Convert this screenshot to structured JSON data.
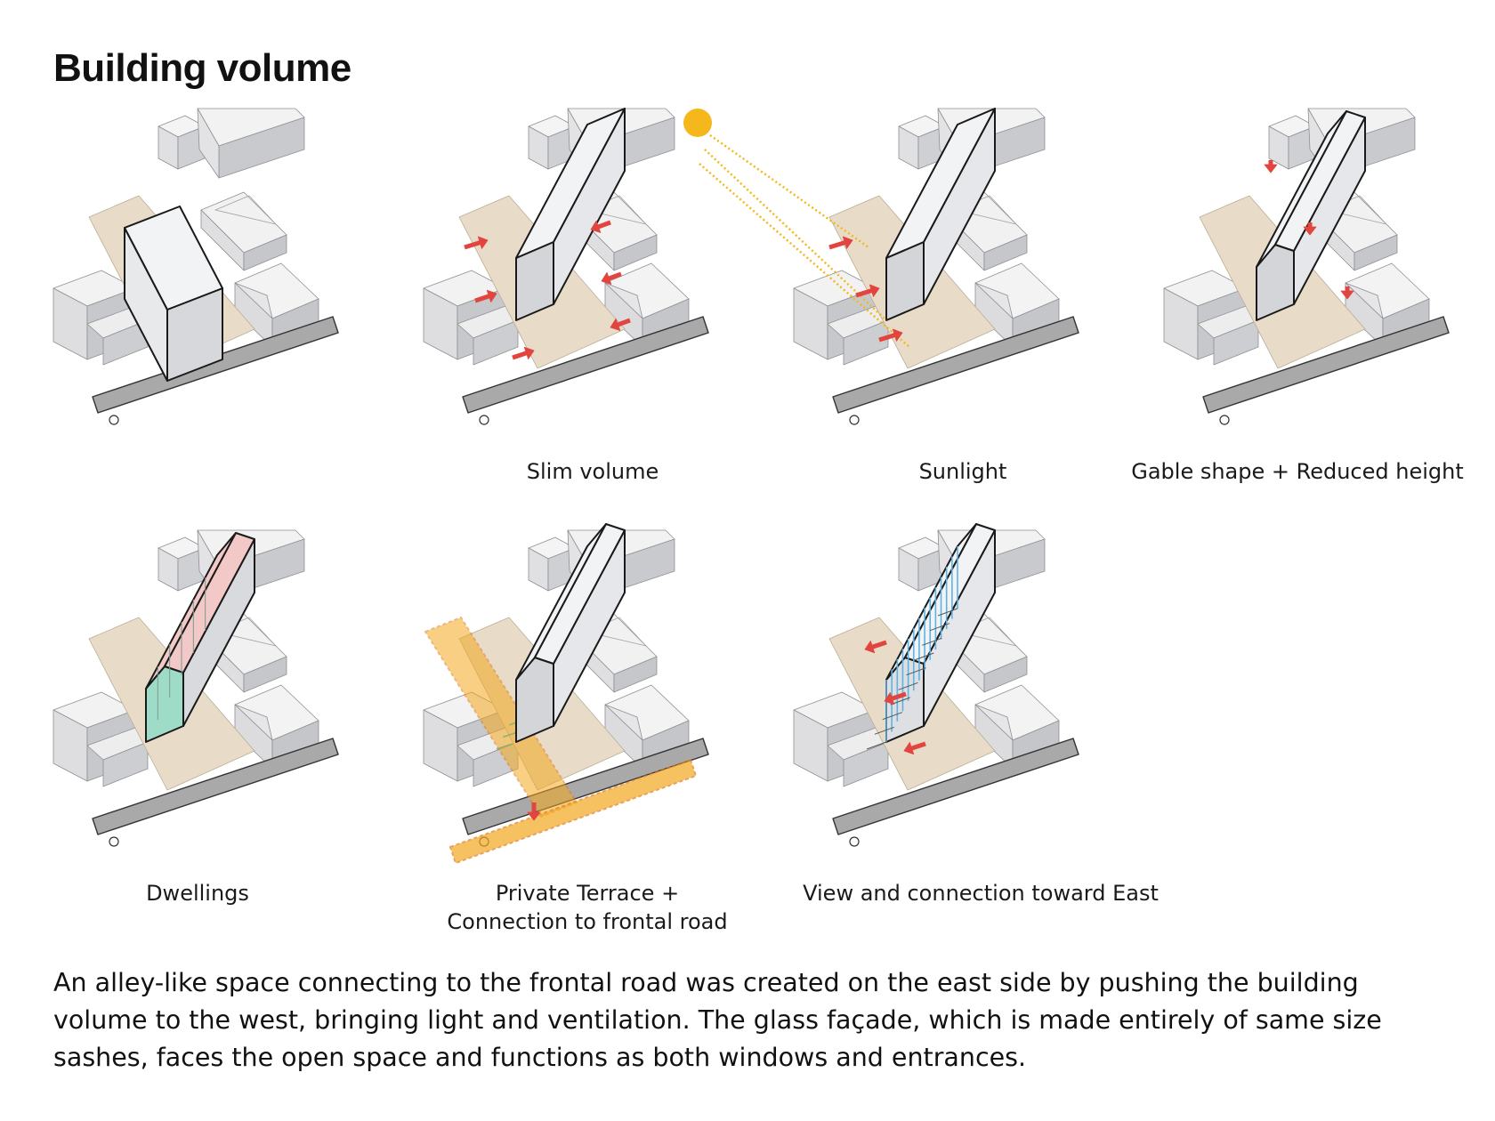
{
  "title": "Building volume",
  "panels": [
    {
      "id": "base",
      "caption": []
    },
    {
      "id": "slim",
      "caption": [
        "Slim volume"
      ]
    },
    {
      "id": "sunlight",
      "caption": [
        "Sunlight"
      ]
    },
    {
      "id": "gable",
      "caption": [
        "Gable shape + Reduced height"
      ]
    },
    {
      "id": "dwellings",
      "caption": [
        "Dwellings"
      ]
    },
    {
      "id": "terrace",
      "caption": [
        "Private Terrace +",
        "Connection to frontal road"
      ]
    },
    {
      "id": "view",
      "caption": [
        "View and connection toward East"
      ]
    }
  ],
  "description": "An alley-like space connecting to the frontal road was created on the east side by pushing the building volume to the west, bringing light and ventilation. The glass façade, which is made entirely of same size sashes, faces the open space and functions as both windows and entrances.",
  "colors": {
    "site": "#e8dcc8",
    "road": "#a9a9a9",
    "building_light": "#f0f1f3",
    "building_mid": "#d9dadd",
    "building_dark": "#bfc0c4",
    "arrow": "#e2453f",
    "sun": "#f5b81c",
    "terrace": "#f3a81e",
    "dwelling": "#9fdcc8",
    "dwelling_roof": "#f2c9c6",
    "glass": "#5fb3e3"
  }
}
